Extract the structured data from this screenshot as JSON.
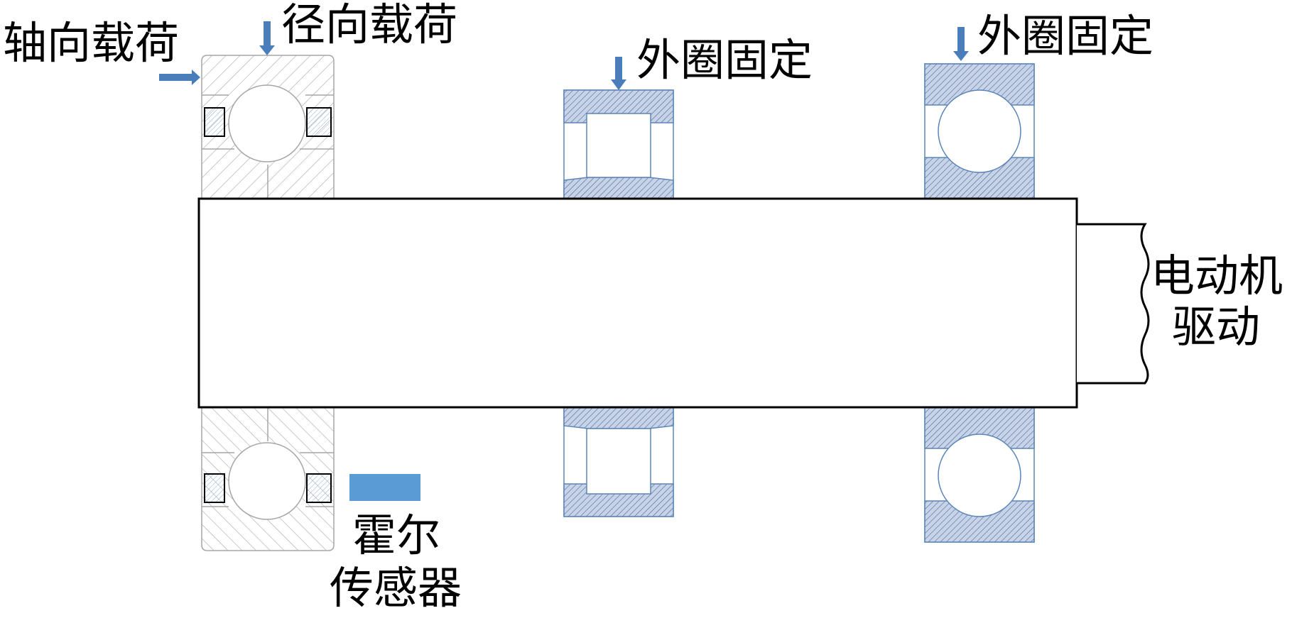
{
  "labels": {
    "axial_load": "轴向载荷",
    "radial_load": "径向载荷",
    "outer_ring_fixed_middle": "外圈固定",
    "outer_ring_fixed_right": "外圈固定",
    "motor_drive_line1": "电动机",
    "motor_drive_line2": "驱动",
    "hall_sensor_line1": "霍尔",
    "hall_sensor_line2": "传感器"
  },
  "colors": {
    "outline": "#000000",
    "bearing_gray": "#a6a6a6",
    "bearing_blue": "#5b85b8",
    "arrow_blue": "#4a7ebb",
    "sensor_blue": "#5b9bd5"
  }
}
